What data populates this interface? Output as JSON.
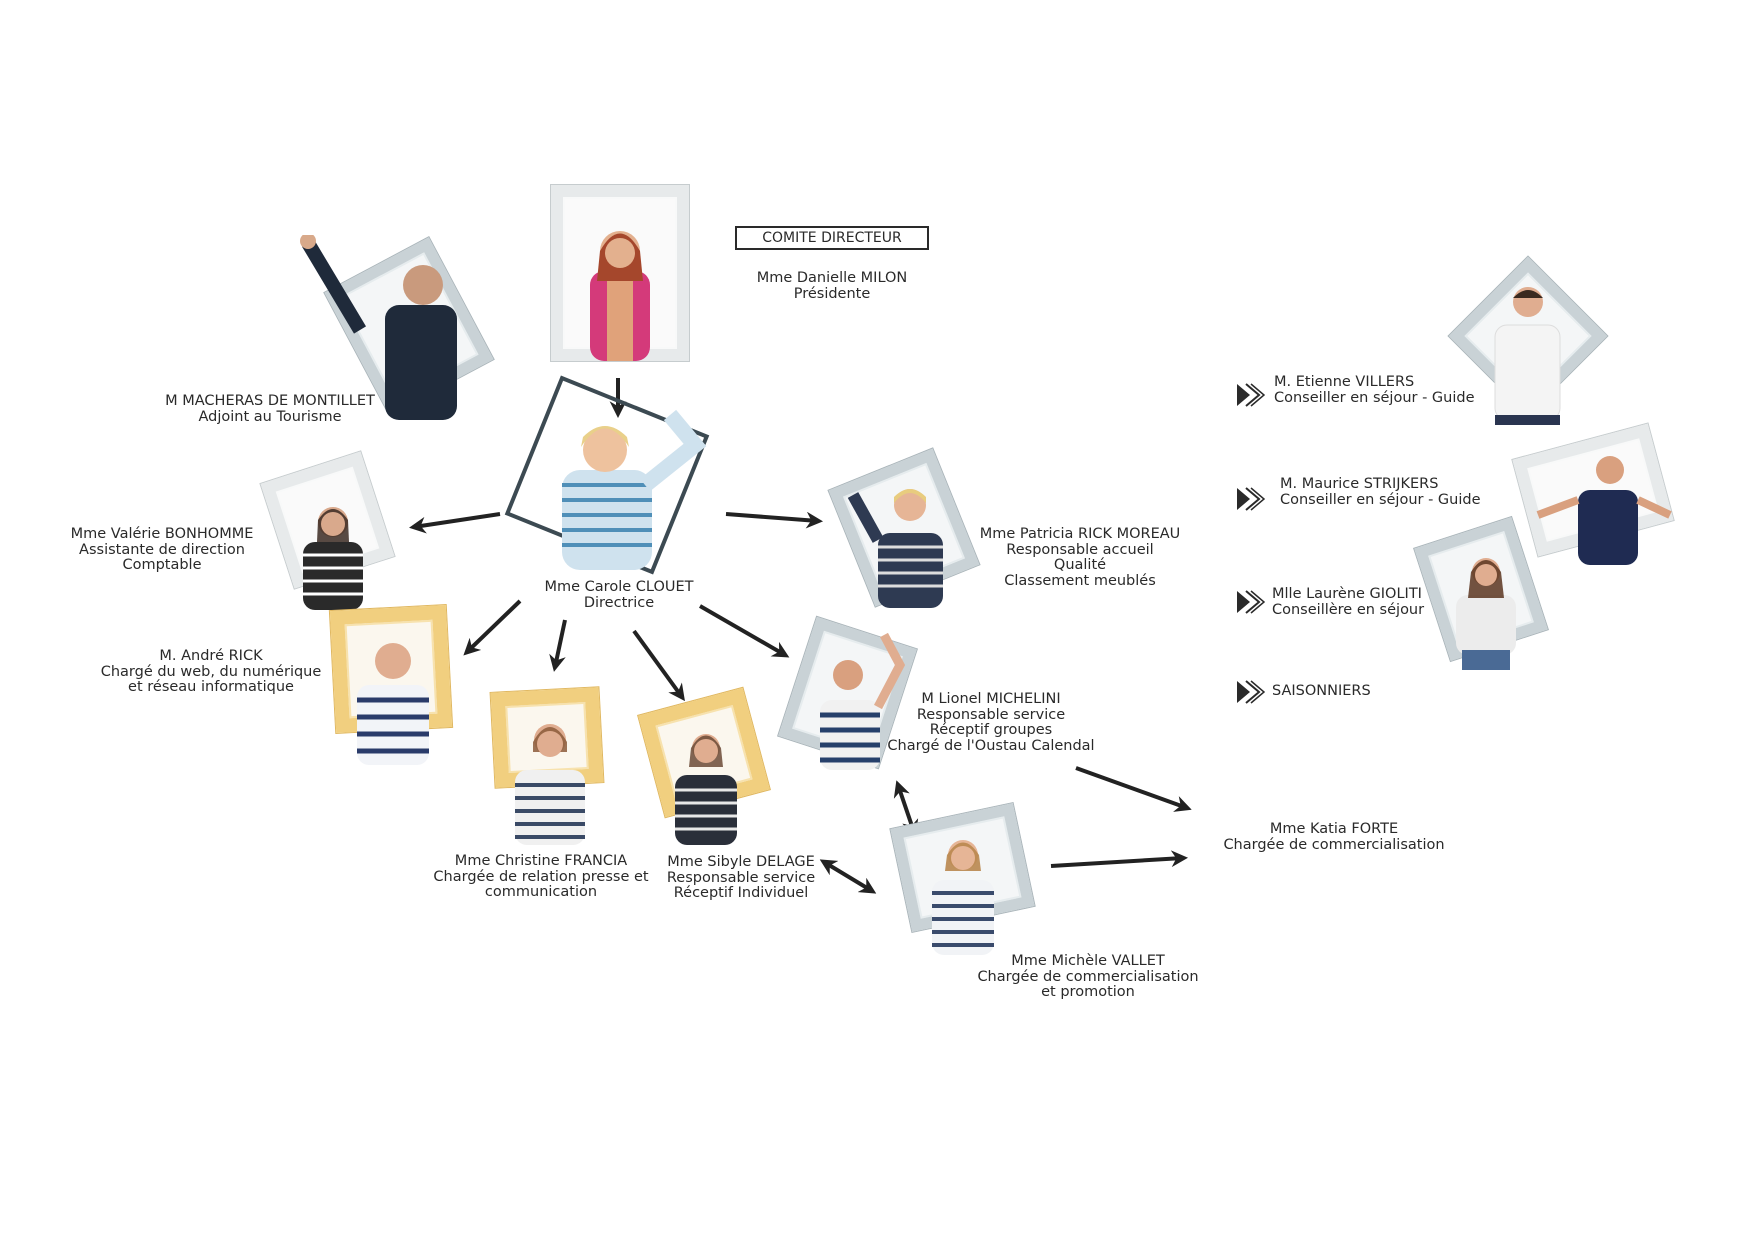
{
  "comite": {
    "title": "COMITE DIRECTEUR"
  },
  "president": {
    "name": "Mme Danielle MILON",
    "role": "Présidente"
  },
  "adjoint": {
    "name": "M MACHERAS DE MONTILLET",
    "role": "Adjoint au Tourisme"
  },
  "directrice": {
    "name": "Mme Carole CLOUET",
    "role": "Directrice"
  },
  "bonhomme": {
    "name": "Mme Valérie BONHOMME",
    "role1": "Assistante de direction",
    "role2": "Comptable"
  },
  "rick_andre": {
    "name": "M. André RICK",
    "role1": "Chargé du web, du numérique",
    "role2": "et réseau informatique"
  },
  "francia": {
    "name": "Mme Christine FRANCIA",
    "role1": "Chargée de relation presse et",
    "role2": "communication"
  },
  "delage": {
    "name": "Mme Sibyle DELAGE",
    "role1": "Responsable service",
    "role2": "Réceptif Individuel"
  },
  "rick_moreau": {
    "name": "Mme Patricia RICK MOREAU",
    "role1": "Responsable accueil",
    "role2": "Qualité",
    "role3": "Classement meublés"
  },
  "michelini": {
    "name": "M Lionel MICHELINI",
    "role1": "Responsable service",
    "role2": "Réceptif groupes",
    "role3": "Chargé de l'Oustau Calendal"
  },
  "vallet": {
    "name": "Mme Michèle VALLET",
    "role1": "Chargée de commercialisation",
    "role2": "et promotion"
  },
  "forte": {
    "name": "Mme Katia FORTE",
    "role": "Chargée de commercialisation"
  },
  "villers": {
    "name": "M. Etienne VILLERS",
    "role": "Conseiller en séjour - Guide"
  },
  "strijkers": {
    "name": "M. Maurice STRIJKERS",
    "role": "Conseiller en séjour - Guide"
  },
  "gioliti": {
    "name": "Mlle Laurène GIOLITI",
    "role": "Conseillère en séjour"
  },
  "saisonniers": {
    "name": "SAISONNIERS"
  },
  "icons": {
    "arrow": "arrow-icon",
    "bullet": "double-triangle-bullet-icon"
  },
  "colors": {
    "arrow": "#222222",
    "text": "#2a2a2a",
    "gold_frame": "#f1cf7f",
    "silver_frame": "#c9d2d6"
  }
}
